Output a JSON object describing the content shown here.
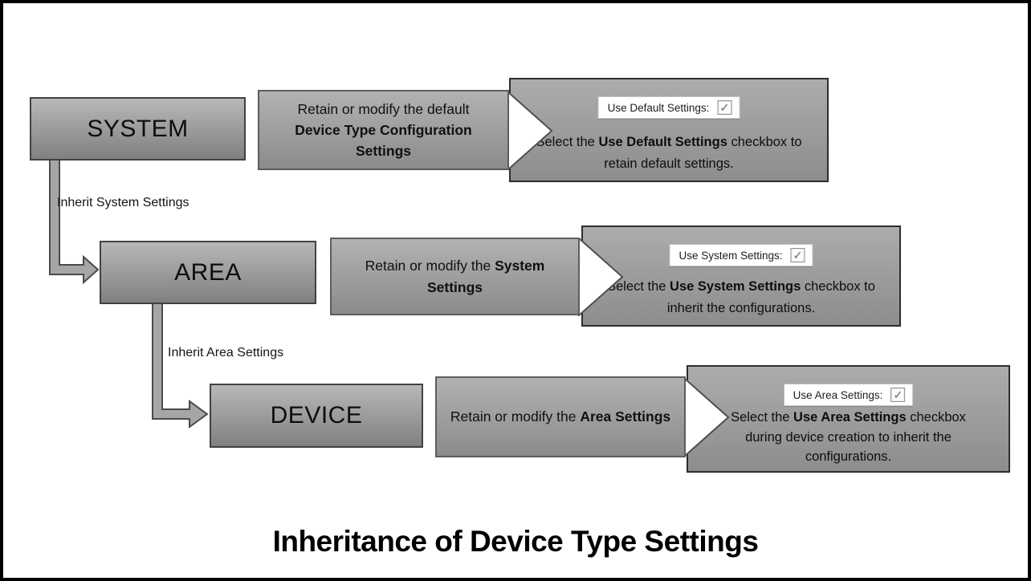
{
  "title": "Inheritance of Device Type Settings",
  "connectors": [
    "Inherit System Settings",
    "Inherit Area Settings"
  ],
  "icons": {
    "checkbox_check": "✓"
  },
  "colors": {
    "box_fill_top": "#b8b8b8",
    "box_fill_bottom": "#808080",
    "box_border": "#424242",
    "arrow_fill": "#a6a6a6",
    "arrow_stroke": "#4a4a4a",
    "pointer_fill": "#ffffff",
    "checkbox_check": "#8a8a8a"
  },
  "rows": [
    {
      "level": "SYSTEM",
      "action_pre": "Retain or modify the default ",
      "action_bold": "Device Type Configuration Settings",
      "checkbox_label": "Use Default Settings:",
      "result_pre": "Select the ",
      "result_bold": "Use Default Settings",
      "result_post": " checkbox to retain default settings."
    },
    {
      "level": "AREA",
      "action_pre": "Retain or modify the ",
      "action_bold": "System Settings",
      "checkbox_label": "Use System Settings:",
      "result_pre": "Select the ",
      "result_bold": "Use System Settings",
      "result_post": " checkbox to inherit the configurations."
    },
    {
      "level": "DEVICE",
      "action_pre": "Retain or modify the ",
      "action_bold": "Area Settings",
      "checkbox_label": "Use Area Settings:",
      "result_pre": "Select the ",
      "result_bold": "Use Area Settings",
      "result_post": " checkbox during device creation to inherit the configurations."
    }
  ]
}
